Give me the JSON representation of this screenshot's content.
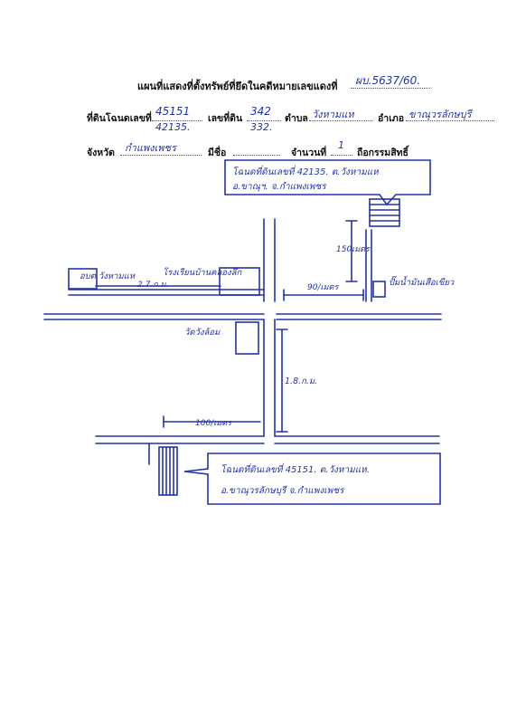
{
  "header": {
    "title": "แผนที่แสดงที่ตั้งทรัพย์ที่ยึดในคดีหมายเลขแดงที่",
    "case_number": "ผบ.5637/60."
  },
  "fields": {
    "deed_label": "ที่ดินโฉนดเลขที่",
    "deed_value_1": "45151",
    "deed_value_2": "42135.",
    "land_no_label": "เลขที่ดิน",
    "land_no_value_1": "342",
    "land_no_value_2": "332.",
    "subdistrict_label": "ตำบล",
    "subdistrict_value": "วังหามแห",
    "district_label": "อำเภอ",
    "district_value": "ขาณุวรลักษบุรี",
    "province_label": "จังหวัด",
    "province_value": "กำแพงเพชร",
    "owner_label": "มีชื่อ",
    "owner_value": "",
    "count_label": "จำนวนที่",
    "count_value": "1",
    "ownership_label": "ถือกรรมสิทธิ์"
  },
  "map": {
    "box_top_line1": "โฉนดที่ดินเลขที่ 42135. ต.วังหามแห",
    "box_top_line2": "อ.ขาณุฯ. จ.กำแพงเพชร",
    "box_bottom_line1": "โฉนดที่ดินเลขที่ 45151. ต.วังหามแห.",
    "box_bottom_line2": "อ.ขาณุวรลักษบุรี จ.กำแพงเพชร",
    "label_left_place": "อบต.วังหามแห",
    "label_school": "โรงเรียนบ้านคลองลึก",
    "dist_left": "2.7.ก.ม.",
    "dist_right": "90/เมตร",
    "dist_vertical_top": "150เมตร",
    "label_gas_station": "ปั๊มน้ำมันเสือเขียว",
    "label_intersection": "วัดวังล้อม",
    "dist_center_vertical": "1.8.ก.ม.",
    "dist_bottom": "100/เมตร"
  }
}
